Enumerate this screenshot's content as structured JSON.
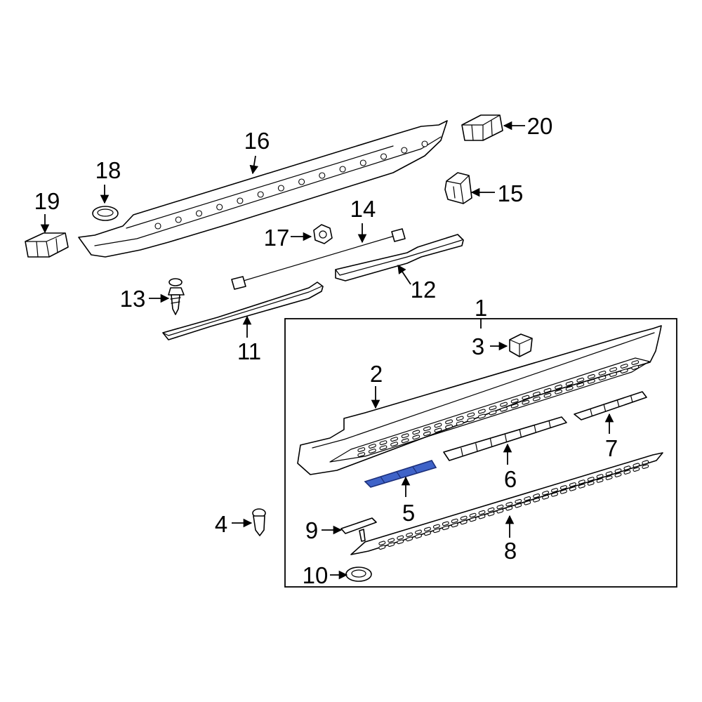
{
  "callouts": {
    "c1": "1",
    "c2": "2",
    "c3": "3",
    "c4": "4",
    "c5": "5",
    "c6": "6",
    "c7": "7",
    "c8": "8",
    "c9": "9",
    "c10": "10",
    "c11": "11",
    "c12": "12",
    "c13": "13",
    "c14": "14",
    "c15": "15",
    "c16": "16",
    "c17": "17",
    "c18": "18",
    "c19": "19",
    "c20": "20"
  },
  "colors": {
    "line": "#000000",
    "background": "#ffffff",
    "highlight_fill": "#3f63c8",
    "highlight_stroke": "#1c2f7a"
  },
  "highlighted_part": "5"
}
